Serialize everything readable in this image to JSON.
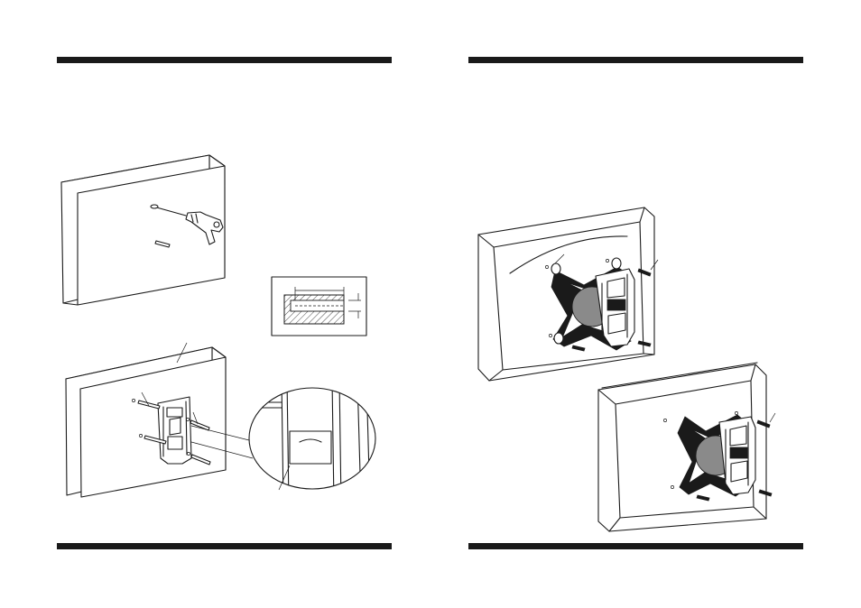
{
  "document": {
    "type": "installation-instructions-spread",
    "pages": [
      {
        "side": "left",
        "figures": [
          "drill-wall-figure",
          "level-bracket-figure",
          "hole-section-inset"
        ]
      },
      {
        "side": "right",
        "figures": [
          "attach-plate-figure",
          "mounted-plate-figure"
        ]
      }
    ],
    "colors": {
      "ink": "#1a1a1a",
      "paper": "#ffffff",
      "shade": "#8a8a8a"
    }
  }
}
